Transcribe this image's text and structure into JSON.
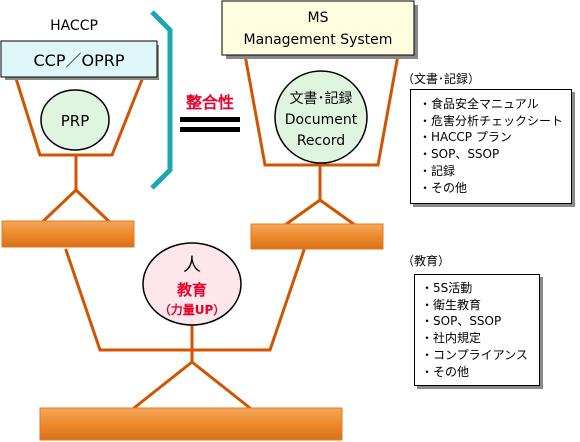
{
  "haccp": {
    "title": "HACCP",
    "ccp_label": "CCP／OPRP",
    "prp_label": "PRP"
  },
  "ms": {
    "title_line1": "MS",
    "title_line2": "Management System",
    "circle_line1": "文書･記録",
    "circle_line2": "Document",
    "circle_line3": "Record"
  },
  "consistency_label": "整合性",
  "person": {
    "line1": "人",
    "line2": "教育",
    "line3": "（力量UP）"
  },
  "documents_panel": {
    "heading": "（文書･記録）",
    "items": [
      "食品安全マニュアル",
      "危害分析チェックシート",
      "HACCP プラン",
      "SOP、SSOP",
      "記録",
      "その他"
    ]
  },
  "education_panel": {
    "heading": "（教育）",
    "items": [
      "5S活動",
      "衛生教育",
      "SOP、SSOP",
      "社内規定",
      "コンプライアンス",
      "その他"
    ]
  },
  "colors": {
    "orange": "#d35400",
    "bar_fill": "#ee8a2c",
    "teal_box": "#dff7f7",
    "cream_box": "#fffde0",
    "circle_green": "#dff5df",
    "circle_pink": "#fde6ec",
    "red_text": "#e8002a",
    "bracket": "#1aa8b0"
  }
}
